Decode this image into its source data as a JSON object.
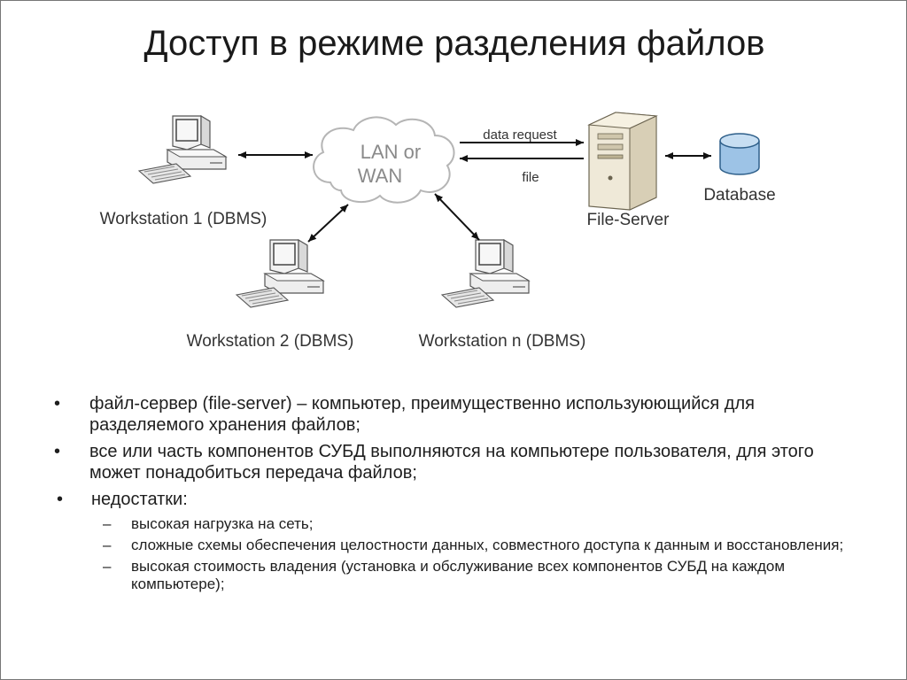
{
  "slide": {
    "title": "Доступ в режиме разделения файлов"
  },
  "diagram": {
    "cloud_label_line1": "LAN or",
    "cloud_label_line2": "WAN",
    "data_request_label": "data request",
    "file_label": "file",
    "file_server_label": "File-Server",
    "database_label": "Database",
    "workstation1_label": "Workstation 1 (DBMS)",
    "workstation2_label": "Workstation 2 (DBMS)",
    "workstation_n_label": "Workstation n (DBMS)",
    "icons": [
      "workstation-computer-icon",
      "file-server-tower-icon",
      "database-cylinder-icon",
      "network-cloud-icon"
    ]
  },
  "bullets": [
    {
      "mark": "•",
      "text": "файл-сервер (file-server) – компьютер, преимущественно используюющийся для разделяемого хранения файлов;"
    },
    {
      "mark": "•",
      "text": "все или часть компонентов СУБД выполняются на компьютере пользователя, для этого может понадобиться передача файлов;"
    },
    {
      "mark": "•",
      "text": "недостатки:"
    }
  ],
  "sub_bullets": [
    {
      "mark": "–",
      "text": "высокая нагрузка на сеть;"
    },
    {
      "mark": "–",
      "text": "сложные схемы обеспечения целостности данных, совместного доступа к данным и восстановления;"
    },
    {
      "mark": "–",
      "text": "высокая стоимость владения (установка и обслуживание всех компонентов СУБД на каждом компьютере);"
    }
  ],
  "colors": {
    "title": "#1a1a1a",
    "text": "#1e1e1e",
    "database_fill": "#9dc3e6",
    "database_stroke": "#2e5f8a",
    "computer_body": "#f2f2f2",
    "computer_stroke": "#555555",
    "cloud_text": "#8a8a8a"
  }
}
